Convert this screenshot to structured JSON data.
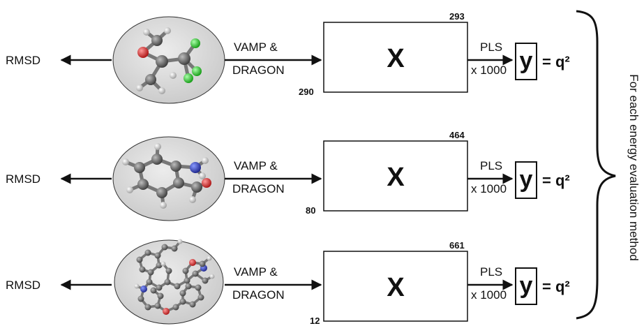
{
  "rows": [
    {
      "output_label": "RMSD",
      "descriptor_line1": "VAMP &",
      "descriptor_line2": "DRAGON",
      "matrix_label": "X",
      "matrix_columns": "293",
      "matrix_rows": "290",
      "regression_line1": "PLS",
      "regression_line2": "x 1000",
      "response_label": "y",
      "result_label": "= q²"
    },
    {
      "output_label": "RMSD",
      "descriptor_line1": "VAMP &",
      "descriptor_line2": "DRAGON",
      "matrix_label": "X",
      "matrix_columns": "464",
      "matrix_rows": "80",
      "regression_line1": "PLS",
      "regression_line2": "x 1000",
      "response_label": "y",
      "result_label": "= q²"
    },
    {
      "output_label": "RMSD",
      "descriptor_line1": "VAMP &",
      "descriptor_line2": "DRAGON",
      "matrix_label": "X",
      "matrix_columns": "661",
      "matrix_rows": "12",
      "regression_line1": "PLS",
      "regression_line2": "x 1000",
      "response_label": "y",
      "result_label": "= q²"
    }
  ],
  "side_caption": "For each energy evaluation method",
  "colors": {
    "carbon": "#555555",
    "hydrogen": "#d9d9d9",
    "chlorine": "#22cc22",
    "nitrogen": "#2233aa",
    "oxygen": "#cc2222",
    "ellipse_fill": "#d8d8d8"
  },
  "icons": [
    "molecule-small-icon",
    "molecule-medium-icon",
    "molecule-large-icon"
  ]
}
